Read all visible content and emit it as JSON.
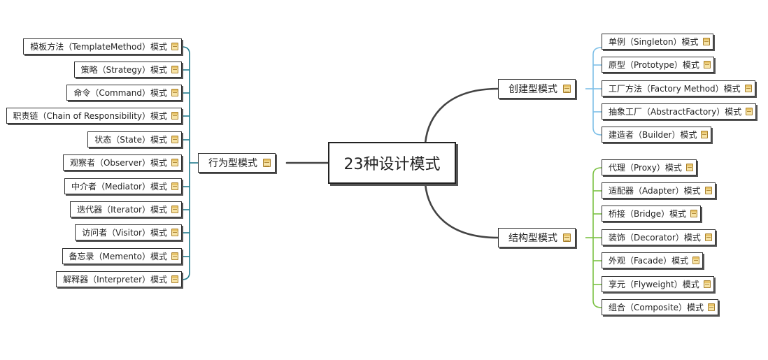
{
  "root": {
    "label": "23种设计模式"
  },
  "colors": {
    "root_links": "#444444",
    "creational": "#7ec0e8",
    "structural": "#7cc244",
    "behavioral": "#1f7a8c"
  },
  "creational": {
    "label": "创建型模式",
    "items": [
      "单例（Singleton）模式",
      "原型（Prototype）模式",
      "工厂方法（Factory Method）模式",
      "抽象工厂（AbstractFactory）模式",
      "建造者（Builder）模式"
    ]
  },
  "structural": {
    "label": "结构型模式",
    "items": [
      "代理（Proxy）模式",
      "适配器（Adapter）模式",
      "桥接（Bridge）模式",
      "装饰（Decorator）模式",
      "外观（Facade）模式",
      "享元（Flyweight）模式",
      "组合（Composite）模式"
    ]
  },
  "behavioral": {
    "label": "行为型模式",
    "items": [
      "模板方法（TemplateMethod）模式",
      "策略（Strategy）模式",
      "命令（Command）模式",
      "职责链（Chain of Responsibility）模式",
      "状态（State）模式",
      "观察者（Observer）模式",
      "中介者（Mediator）模式",
      "迭代器（Iterator）模式",
      "访问者（Visitor）模式",
      "备忘录（Memento）模式",
      "解释器（Interpreter）模式"
    ]
  }
}
